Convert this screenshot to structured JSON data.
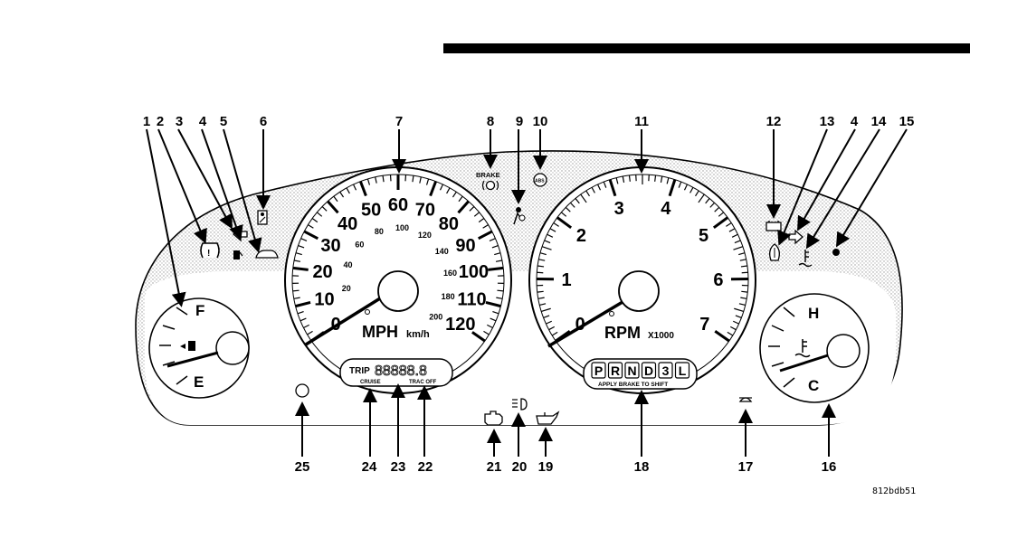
{
  "figure_code": "812bdb51",
  "callouts": {
    "top": [
      "1",
      "2",
      "3",
      "4",
      "5",
      "6",
      "7",
      "8",
      "9",
      "10",
      "11",
      "12",
      "13",
      "4",
      "14",
      "15"
    ],
    "bottom": [
      "25",
      "24",
      "23",
      "22",
      "21",
      "20",
      "19",
      "18",
      "17",
      "16"
    ]
  },
  "speedometer": {
    "mph_labels": [
      "0",
      "10",
      "20",
      "30",
      "40",
      "50",
      "60",
      "70",
      "80",
      "90",
      "100",
      "110",
      "120"
    ],
    "kmh_labels": [
      "20",
      "40",
      "60",
      "80",
      "100",
      "120",
      "140",
      "160",
      "180",
      "200"
    ],
    "unit_label": "MPH",
    "unit_sub_label": "km/h"
  },
  "tachometer": {
    "labels": [
      "0",
      "1",
      "2",
      "3",
      "4",
      "5",
      "6",
      "7"
    ],
    "unit_label": "RPM",
    "unit_multiplier": "X1000"
  },
  "fuel_gauge": {
    "full_label": "F",
    "empty_label": "E"
  },
  "temp_gauge": {
    "hot_label": "H",
    "cold_label": "C"
  },
  "odometer": {
    "trip_label": "TRIP",
    "digits": "88888.8",
    "cruise_label": "CRUISE",
    "trac_off_label": "TRAC OFF"
  },
  "gear_display": {
    "gears": [
      "P",
      "R",
      "N",
      "D",
      "3",
      "L"
    ],
    "caption": "APPLY BRAKE TO SHIFT"
  },
  "brake_warning_label": "BRAKE",
  "abs_label": "ABS",
  "icons": [
    "tire-pressure-icon",
    "left-turn-signal-icon",
    "fuel-door-icon",
    "vehicle-security-icon",
    "seatbelt-icon",
    "airbag-icon",
    "abs-icon",
    "brake-icon",
    "battery-icon",
    "charging-icon",
    "right-turn-signal-icon",
    "coolant-temp-icon",
    "check-engine-icon",
    "headlight-icon",
    "oil-pressure-icon",
    "rear-fog-icon"
  ]
}
